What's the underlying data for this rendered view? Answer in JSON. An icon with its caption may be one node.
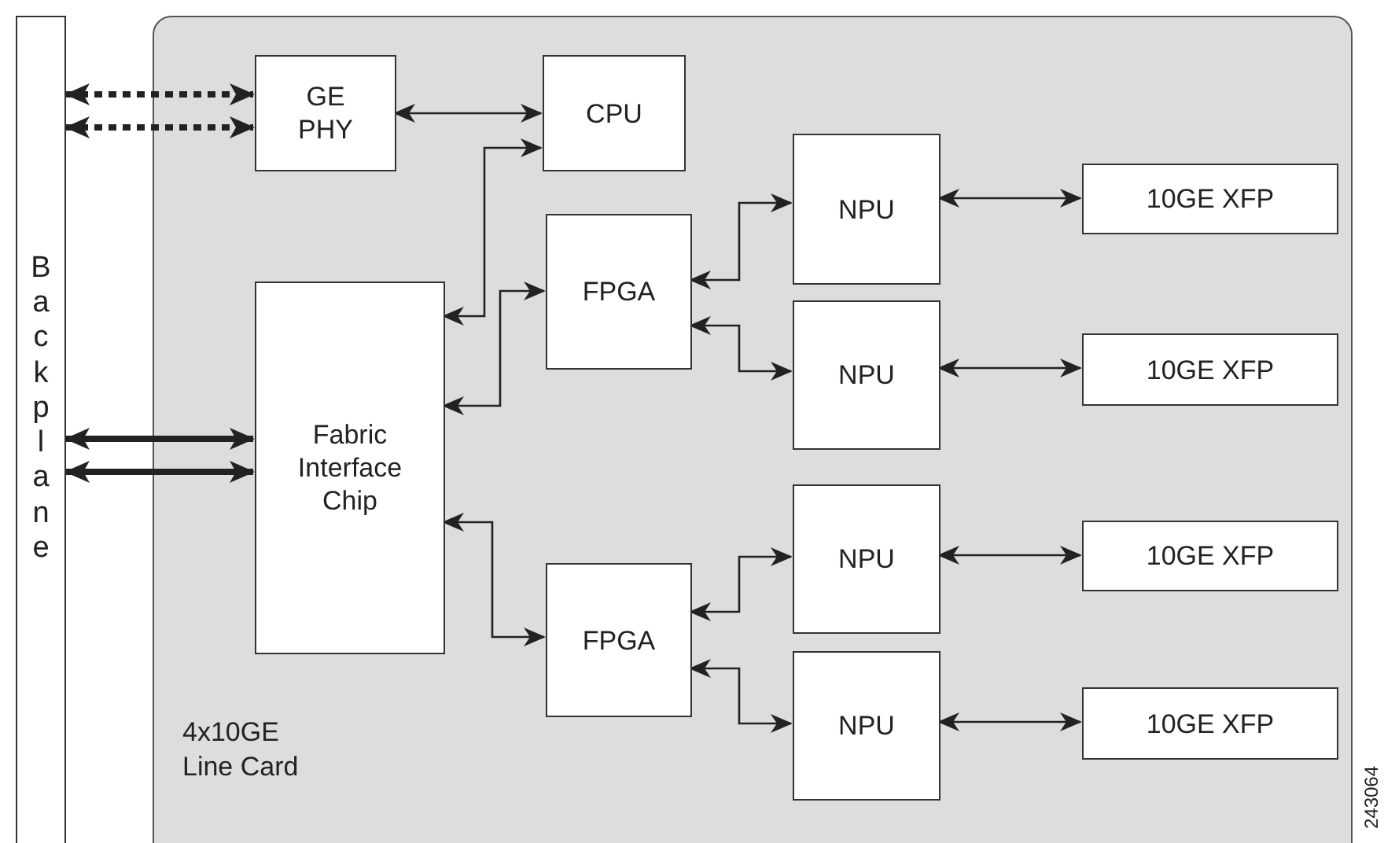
{
  "diagram": {
    "nodes": [
      {
        "text": [
          "Backplane"
        ]
      },
      {
        "text": [
          "4x10GE Line Card"
        ]
      },
      {
        "text": [
          "GE PHY"
        ],
        "in": 1
      },
      {
        "text": [
          "CPU"
        ],
        "in": 1
      },
      {
        "text": [
          "FPGA"
        ],
        "in": 1
      },
      {
        "text": [
          "Fabric Interface Chip"
        ],
        "in": 1
      },
      {
        "text": [
          "NPU"
        ],
        "in": 1
      },
      {
        "text": [
          "NPU"
        ],
        "in": 1
      },
      {
        "text": [
          "NPU"
        ],
        "in": 1
      },
      {
        "text": [
          "NPU"
        ],
        "in": 1
      },
      {
        "text": [
          "10GE XFP"
        ],
        "in": 1
      },
      {
        "text": [
          "10GE XFP"
        ],
        "in": 1
      },
      {
        "text": [
          "10GE XFP"
        ],
        "in": 1
      },
      {
        "text": [
          "10GE XFP"
        ],
        "in": 1
      },
      {
        "text": [
          "FPGA"
        ],
        "in": 1
      }
    ],
    "edges": [
      {
        "from": 0,
        "to": 2,
        "arrow": "both",
        "style": "dashed"
      },
      {
        "from": 0,
        "to": 2,
        "arrow": "both",
        "style": "dashed"
      },
      {
        "from": 0,
        "to": 5,
        "arrow": "both",
        "style": "thick"
      },
      {
        "from": 0,
        "to": 5,
        "arrow": "both",
        "style": "thick"
      },
      {
        "from": 2,
        "to": 3,
        "arrow": "both"
      },
      {
        "from": 5,
        "to": 3,
        "arrow": "both"
      },
      {
        "from": 5,
        "to": 4,
        "arrow": "both"
      },
      {
        "from": 5,
        "to": 14,
        "arrow": "both"
      },
      {
        "from": 4,
        "to": 6,
        "arrow": "both"
      },
      {
        "from": 4,
        "to": 7,
        "arrow": "both"
      },
      {
        "from": 14,
        "to": 8,
        "arrow": "both"
      },
      {
        "from": 14,
        "to": 9,
        "arrow": "both"
      },
      {
        "from": 6,
        "to": 10,
        "arrow": "both"
      },
      {
        "from": 7,
        "to": 11,
        "arrow": "both"
      },
      {
        "from": 8,
        "to": 12,
        "arrow": "both"
      },
      {
        "from": 9,
        "to": 13,
        "arrow": "both"
      }
    ],
    "labels": [
      "243064"
    ]
  }
}
